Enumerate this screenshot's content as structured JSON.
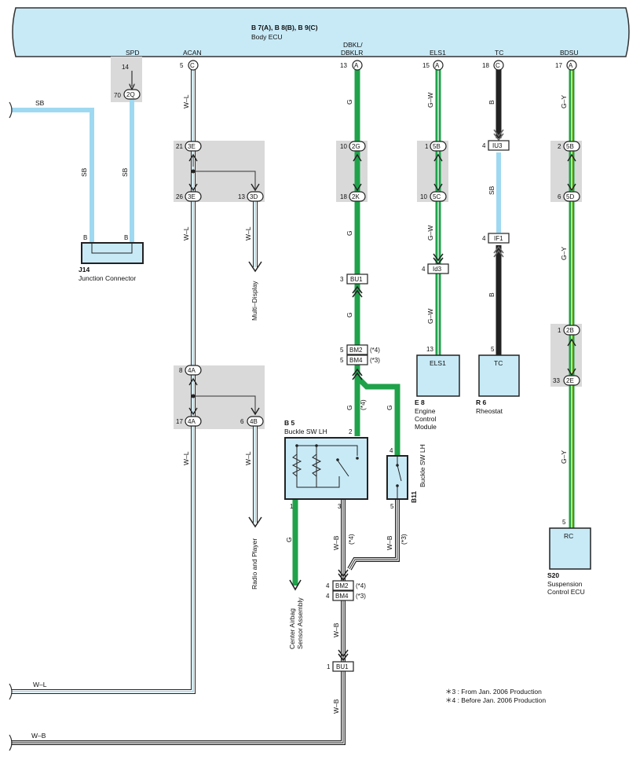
{
  "ecu": {
    "title": "B 7(A), B 8(B), B 9(C)",
    "subtitle": "Body ECU",
    "terminals": [
      "SPD",
      "ACAN",
      "DBKL/",
      "DBKLR",
      "ELS1",
      "TC",
      "BDSU"
    ]
  },
  "pins": {
    "spd": "14",
    "spd_2q": "70",
    "acan": "5",
    "acan_c": "C",
    "dbkl": "13",
    "dbkl_a": "A",
    "els1": "15",
    "els1_a": "A",
    "tc": "18",
    "tc_c": "C",
    "bdsu": "17",
    "bdsu_a": "A"
  },
  "connectors": {
    "c2q": "2Q",
    "c3e": "3E",
    "c3d": "3D",
    "c2g": "2G",
    "c2k": "2K",
    "c5b": "5B",
    "c5c": "5C",
    "c5d": "5D",
    "c4a": "4A",
    "c4b": "4B",
    "c2b": "2B",
    "c2e": "2E",
    "iu3": "IU3",
    "if1": "IF1",
    "bu1": "BU1",
    "bm2": "BM2",
    "bm4": "BM4",
    "id3": "Id3",
    "n21": "21",
    "n26": "26",
    "n13": "13",
    "n10": "10",
    "n18": "18",
    "n1": "1",
    "n10b": "10",
    "n2": "2",
    "n6": "6",
    "n4": "4",
    "n8": "8",
    "n17": "17",
    "n6b": "6",
    "n1b": "1",
    "n33": "33",
    "n3": "3",
    "n5": "5",
    "n5b": "5",
    "n4b": "4",
    "n13b": "13",
    "n5c": "5",
    "n4c": "4",
    "n1c": "1",
    "mark4": "(*4)",
    "mark3": "(*3)"
  },
  "wires": {
    "sb": "SB",
    "wl": "W–L",
    "wb": "W–B",
    "g": "G",
    "gw": "G–W",
    "b": "B",
    "gy": "G–Y",
    "b_term": "B"
  },
  "components": {
    "j14_code": "J14",
    "j14_name": "Junction Connector",
    "b5_code": "B 5",
    "b5_name": "Buckle SW LH",
    "b11_code": "B11",
    "b11_name": "Buckle SW LH",
    "e8_code": "E 8",
    "e8_name1": "Engine",
    "e8_name2": "Control",
    "e8_name3": "Module",
    "e8_box": "ELS1",
    "r6_code": "R 6",
    "r6_name": "Rheostat",
    "r6_box": "TC",
    "s20_code": "S20",
    "s20_name1": "Suspension",
    "s20_name2": "Control ECU",
    "s20_box": "RC"
  },
  "destinations": {
    "multi": "Multi–Display",
    "radio": "Radio and Player",
    "airbag1": "Center Airbag",
    "airbag2": "Sensor Assembly"
  },
  "notes": {
    "n3": "＊3 : From Jan.  2006 Production",
    "n4": "＊4 : Before Jan.  2006 Production"
  },
  "colors": {
    "ecu_fill": "#c8eaf7",
    "sky": "#9fd9f1",
    "green": "#1fa24a",
    "yellow": "#e8e23a",
    "joint": "#d9d9d9",
    "black": "#222222"
  }
}
